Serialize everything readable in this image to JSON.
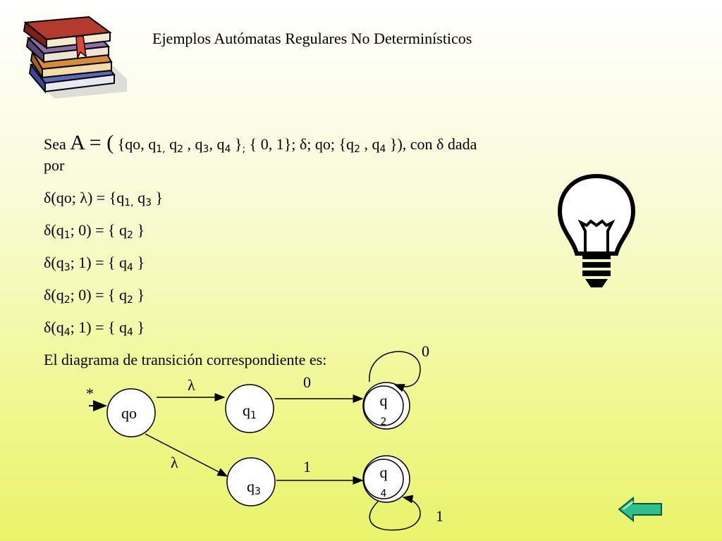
{
  "title": "Ejemplos Autómatas Regulares No Determinísticos",
  "definition": {
    "sea": "Sea",
    "a_eq": "A = (",
    "states_open": "{qo, q",
    "s1": "1,",
    "q2": " q",
    "s2": "2",
    "q3": " , q",
    "s3": "3",
    "q4": ", q",
    "s4": "4",
    "states_close": " }",
    "semi": ";",
    "rest1": " { 0, 1}; δ; qo; {q",
    "f2": "2",
    "rest2": " , q",
    "f4": "4",
    "rest3": " }),  con δ dada",
    "por": "por"
  },
  "transitions": [
    {
      "pre": "δ(qo; λ) = {q",
      "s1": "1,",
      "mid": " q",
      "s2": "3",
      "post": " }"
    },
    {
      "pre": "δ(q",
      "s1": "1",
      "mid": "; 0) = { q",
      "s2": "2",
      "post": " }"
    },
    {
      "pre": "δ(q",
      "s1": "3",
      "mid": "; 1) = { q",
      "s2": "4",
      "post": " }"
    },
    {
      "pre": "δ(q",
      "s1": "2",
      "mid": "; 0) = { q",
      "s2": "2",
      "post": " }"
    },
    {
      "pre": "δ(q",
      "s1": "4",
      "mid": "; 1) = { q",
      "s2": "4",
      "post": " }"
    }
  ],
  "diagram_intro": "El diagrama de transición correspondiente es:",
  "diagram": {
    "start_mark": "*",
    "states": {
      "qo": "qo",
      "q1": {
        "base": "q",
        "sub": "1"
      },
      "q3": {
        "base": "q",
        "sub": "3"
      },
      "q2": {
        "base": "q",
        "sub": "2"
      },
      "q4": {
        "base": "q",
        "sub": "4"
      }
    },
    "labels": {
      "qo_q1": "λ",
      "qo_q3": "λ",
      "q1_q2": "0",
      "q3_q4": "1",
      "loop_q2": "0",
      "loop_q4": "1"
    }
  },
  "colors": {
    "arrow_button_fill": "#2fbf8f",
    "bulb_stroke": "#000000"
  }
}
